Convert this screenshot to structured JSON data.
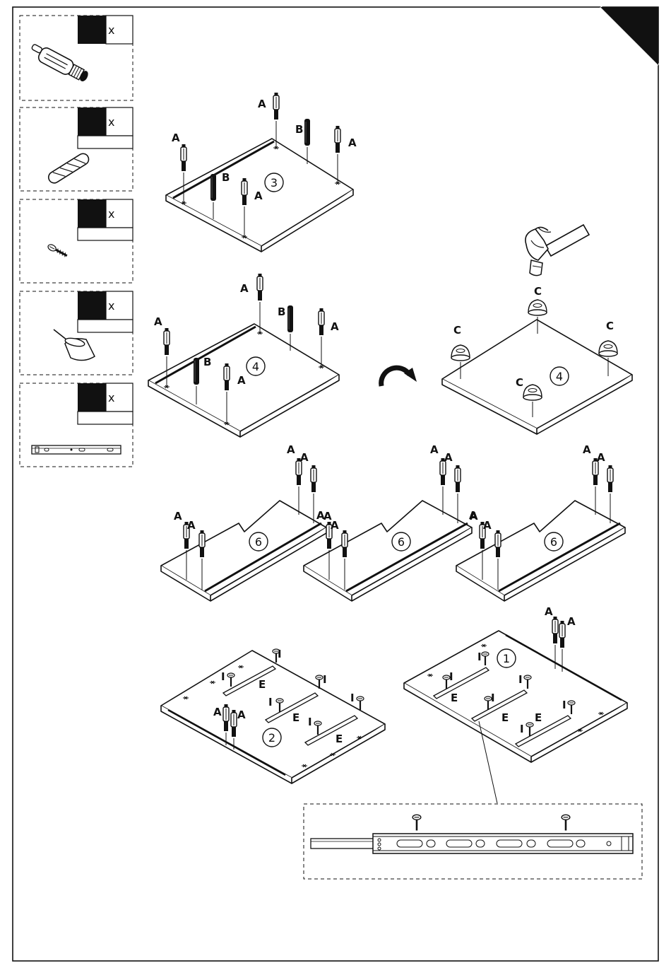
{
  "hardware": [
    {
      "part": "A",
      "icon": "cam-bolt-icon",
      "qty": "",
      "mark": "x"
    },
    {
      "part": "B",
      "icon": "wooden-dowel-icon",
      "qty": "",
      "mark": "x"
    },
    {
      "part": "screw",
      "icon": "screw-icon",
      "qty": "",
      "mark": "x"
    },
    {
      "part": "C",
      "icon": "furniture-glide-icon",
      "qty": "",
      "mark": "x"
    },
    {
      "part": "E",
      "icon": "drawer-slide-icon",
      "qty": "",
      "mark": "x"
    }
  ],
  "labels": {
    "A": "A",
    "B": "B",
    "C": "C",
    "E": "E",
    "I": "I"
  },
  "panels": {
    "p1": "1",
    "p2": "2",
    "p3": "3",
    "p4": "4",
    "p6": "6"
  },
  "icons": {
    "hammer": "hammer-icon",
    "flip": "rotate-arrow-icon",
    "corner": "page-corner-tab"
  }
}
